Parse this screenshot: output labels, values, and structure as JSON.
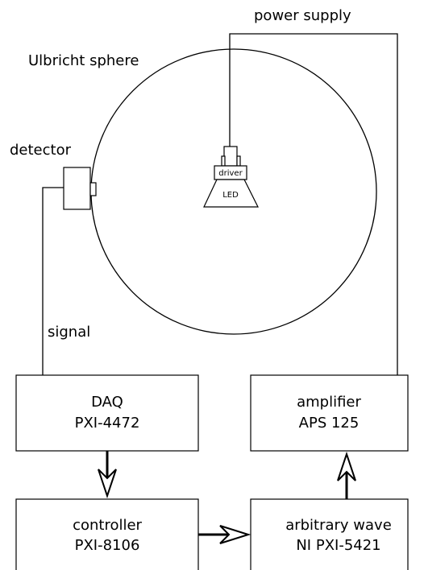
{
  "labels": {
    "power_supply": "power supply",
    "sphere": "Ulbricht sphere",
    "detector": "detector",
    "signal": "signal",
    "driver": "driver",
    "led": "LED"
  },
  "boxes": {
    "daq": {
      "line1": "DAQ",
      "line2": "PXI-4472"
    },
    "amplifier": {
      "line1": "amplifier",
      "line2": "APS 125"
    },
    "controller": {
      "line1": "controller",
      "line2": "PXI-8106"
    },
    "arbitrary": {
      "line1": "arbitrary wave",
      "line2": "NI PXI-5421"
    }
  }
}
